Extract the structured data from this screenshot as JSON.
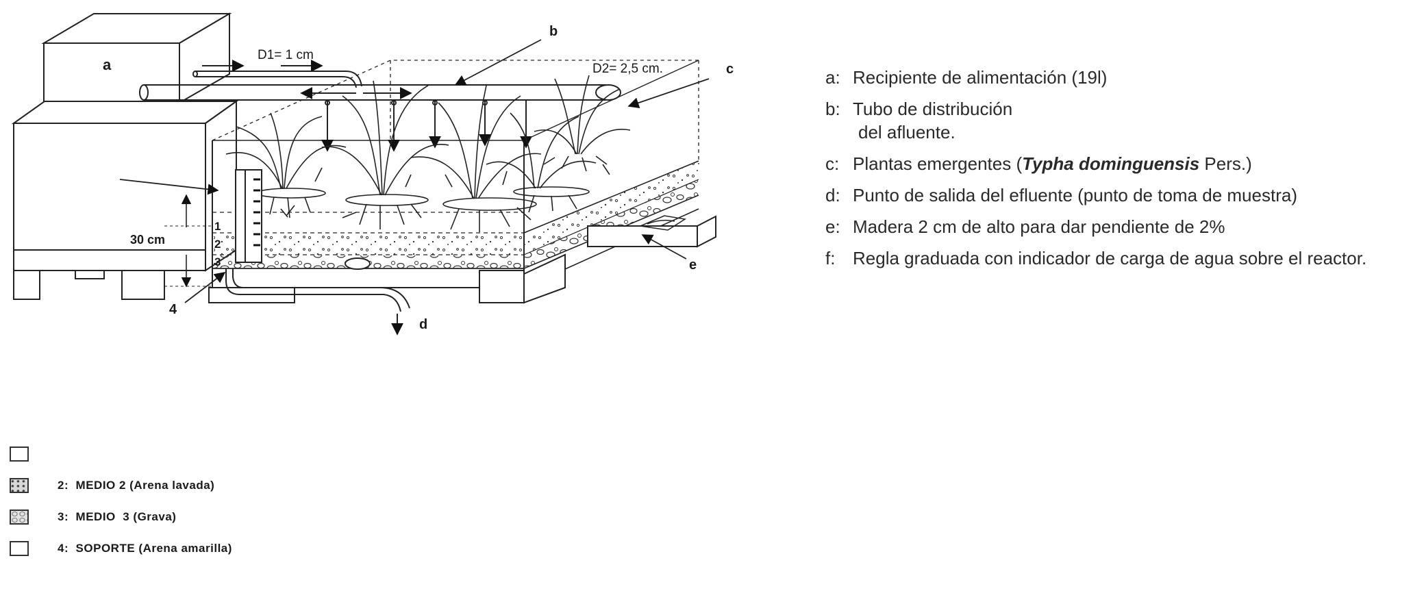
{
  "figure": {
    "labels": {
      "a": "a",
      "b": "b",
      "c": "c",
      "d": "d",
      "e": "e",
      "one": "1",
      "two": "2",
      "three": "3",
      "four": "4"
    },
    "dimensions": {
      "d1": "D1= 1 cm",
      "d2": "D2= 2,5 cm.",
      "height": "30 cm"
    }
  },
  "legend_right": {
    "items": [
      {
        "key": "a:",
        "text": "Recipiente de alimentación (19l)"
      },
      {
        "key": "b:",
        "text": "Tubo de distribución",
        "text2": "del afluente."
      },
      {
        "key": "c:",
        "text_pre": "Plantas emergentes (",
        "italic": "Typha dominguensis",
        "text_post": " Pers.)"
      },
      {
        "key": "d:",
        "text": "Punto de salida del efluente (punto de toma de muestra)"
      },
      {
        "key": "e:",
        "text": "Madera 2 cm de alto para dar pendiente de 2%"
      },
      {
        "key": "f:",
        "text": "Regla graduada con indicador de carga de agua sobre el reactor."
      }
    ]
  },
  "legend_bottom": {
    "items": [
      {
        "text": ""
      },
      {
        "text": "2:  MEDIO 2 (Arena lavada)"
      },
      {
        "text": "3:  MEDIO  3 (Grava)"
      },
      {
        "text": "4:  SOPORTE (Arena amarilla)"
      }
    ]
  }
}
